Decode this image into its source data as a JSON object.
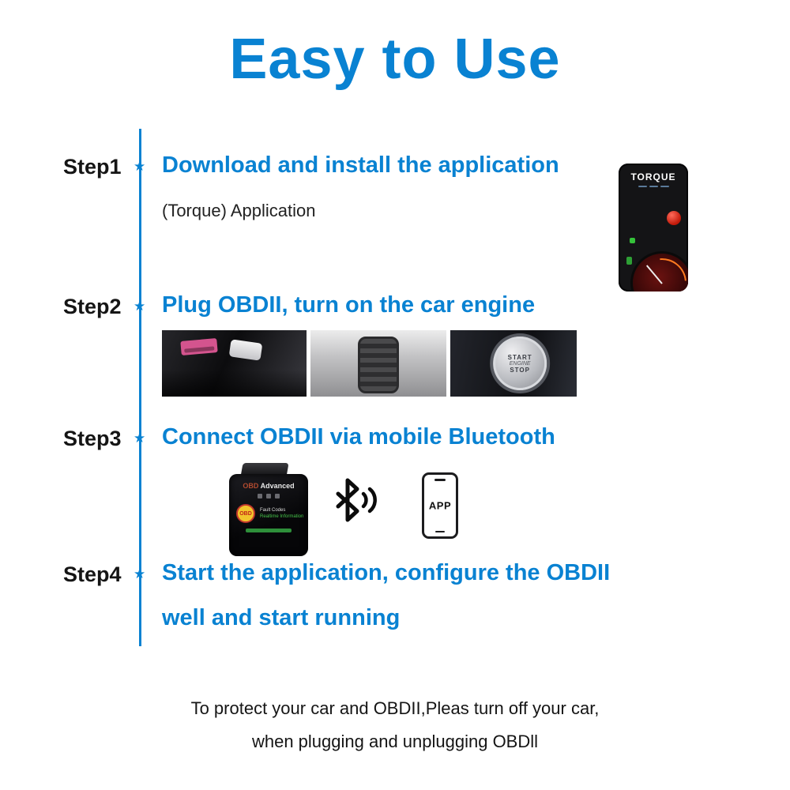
{
  "title": "Easy to Use",
  "glyphs": {
    "star": "★"
  },
  "colors": {
    "accent_blue": "#0982d2"
  },
  "steps": [
    {
      "label": "Step1",
      "heading": "Download and install the application",
      "subtext": "(Torque) Application"
    },
    {
      "label": "Step2",
      "heading": "Plug OBDII, turn on the car engine"
    },
    {
      "label": "Step3",
      "heading": "Connect OBDII via mobile Bluetooth"
    },
    {
      "label": "Step4",
      "heading": "Start the application, configure the OBDII",
      "heading_line2": "well and start running"
    }
  ],
  "torque_phone": {
    "app_title": "TORQUE"
  },
  "photos": {
    "start_button": {
      "line1": "START",
      "line2": "ENGINE",
      "line3": "STOP"
    }
  },
  "obd_device": {
    "brand": "OBD",
    "brand2": "Advanced",
    "logo_text": "OBD",
    "feature1": "Fault Codes",
    "feature2": "Realtime Information"
  },
  "app_phone": {
    "label": "APP"
  },
  "footer": {
    "line1": "To protect your car and OBDII,Pleas turn off your car,",
    "line2": "when plugging and unplugging OBDll"
  }
}
